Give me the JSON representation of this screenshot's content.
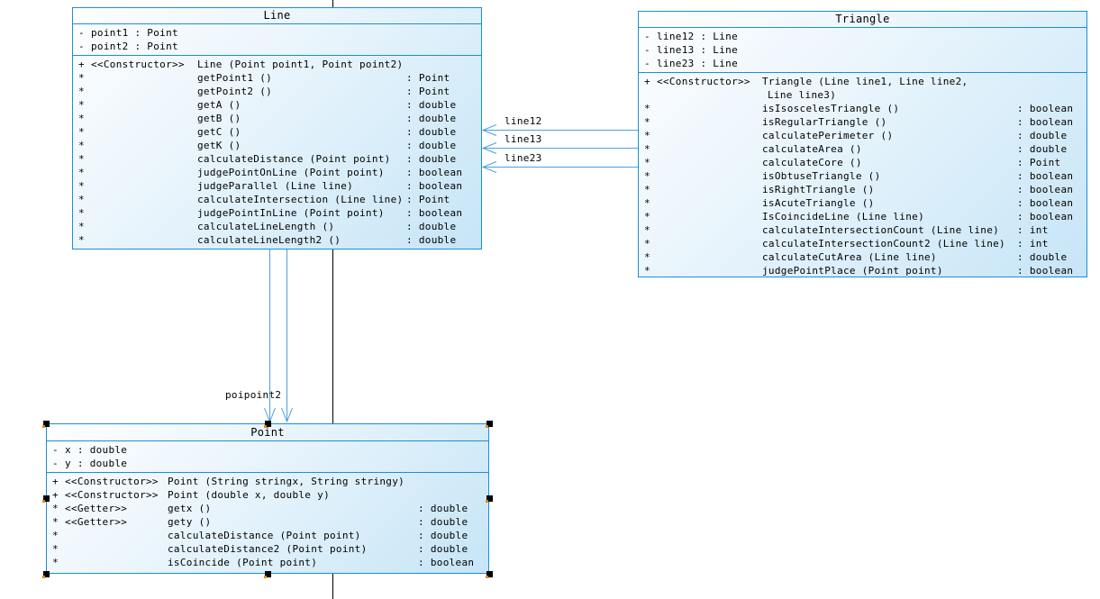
{
  "diagram": {
    "classes": [
      {
        "name": "Line",
        "attributes": [
          {
            "visibility": "-",
            "name": "point1",
            "type": "Point"
          },
          {
            "visibility": "-",
            "name": "point2",
            "type": "Point"
          }
        ],
        "methods": [
          {
            "visibility": "+",
            "stereotype": "<<Constructor>>",
            "lines": [
              "Line (Point point1, Point point2)"
            ],
            "type": ""
          },
          {
            "visibility": "*",
            "stereotype": "",
            "lines": [
              "getPoint1 ()"
            ],
            "type": "Point"
          },
          {
            "visibility": "*",
            "stereotype": "",
            "lines": [
              "getPoint2 ()"
            ],
            "type": "Point"
          },
          {
            "visibility": "*",
            "stereotype": "",
            "lines": [
              "getA ()"
            ],
            "type": "double"
          },
          {
            "visibility": "*",
            "stereotype": "",
            "lines": [
              "getB ()"
            ],
            "type": "double"
          },
          {
            "visibility": "*",
            "stereotype": "",
            "lines": [
              "getC ()"
            ],
            "type": "double"
          },
          {
            "visibility": "*",
            "stereotype": "",
            "lines": [
              "getK ()"
            ],
            "type": "double"
          },
          {
            "visibility": "*",
            "stereotype": "",
            "lines": [
              "calculateDistance (Point point)"
            ],
            "type": "double"
          },
          {
            "visibility": "*",
            "stereotype": "",
            "lines": [
              "judgePointOnLine (Point point)"
            ],
            "type": "boolean"
          },
          {
            "visibility": "*",
            "stereotype": "",
            "lines": [
              "judgeParallel (Line line)"
            ],
            "type": "boolean"
          },
          {
            "visibility": "*",
            "stereotype": "",
            "lines": [
              "calculateIntersection (Line line)"
            ],
            "type": "Point"
          },
          {
            "visibility": "*",
            "stereotype": "",
            "lines": [
              "judgePointInLine (Point point)"
            ],
            "type": "boolean"
          },
          {
            "visibility": "*",
            "stereotype": "",
            "lines": [
              "calculateLineLength ()"
            ],
            "type": "double"
          },
          {
            "visibility": "*",
            "stereotype": "",
            "lines": [
              "calculateLineLength2 ()"
            ],
            "type": "double"
          }
        ]
      },
      {
        "name": "Triangle",
        "attributes": [
          {
            "visibility": "-",
            "name": "line12",
            "type": "Line"
          },
          {
            "visibility": "-",
            "name": "line13",
            "type": "Line"
          },
          {
            "visibility": "-",
            "name": "line23",
            "type": "Line"
          }
        ],
        "methods": [
          {
            "visibility": "+",
            "stereotype": "<<Constructor>>",
            "lines": [
              "Triangle (Line line1, Line line2,",
              "Line line3)"
            ],
            "type": ""
          },
          {
            "visibility": "*",
            "stereotype": "",
            "lines": [
              "isIsoscelesTriangle ()"
            ],
            "type": "boolean"
          },
          {
            "visibility": "*",
            "stereotype": "",
            "lines": [
              "isRegularTriangle ()"
            ],
            "type": "boolean"
          },
          {
            "visibility": "*",
            "stereotype": "",
            "lines": [
              "calculatePerimeter ()"
            ],
            "type": "double"
          },
          {
            "visibility": "*",
            "stereotype": "",
            "lines": [
              "calculateArea ()"
            ],
            "type": "double"
          },
          {
            "visibility": "*",
            "stereotype": "",
            "lines": [
              "calculateCore ()"
            ],
            "type": "Point"
          },
          {
            "visibility": "*",
            "stereotype": "",
            "lines": [
              "isObtuseTriangle ()"
            ],
            "type": "boolean"
          },
          {
            "visibility": "*",
            "stereotype": "",
            "lines": [
              "isRightTriangle ()"
            ],
            "type": "boolean"
          },
          {
            "visibility": "*",
            "stereotype": "",
            "lines": [
              "isAcuteTriangle ()"
            ],
            "type": "boolean"
          },
          {
            "visibility": "*",
            "stereotype": "",
            "lines": [
              "IsCoincideLine (Line line)"
            ],
            "type": "boolean"
          },
          {
            "visibility": "*",
            "stereotype": "",
            "lines": [
              "calculateIntersectionCount (Line line)"
            ],
            "type": "int"
          },
          {
            "visibility": "*",
            "stereotype": "",
            "lines": [
              "calculateIntersectionCount2 (Line line)"
            ],
            "type": "int"
          },
          {
            "visibility": "*",
            "stereotype": "",
            "lines": [
              "calculateCutArea (Line line)"
            ],
            "type": "double"
          },
          {
            "visibility": "*",
            "stereotype": "",
            "lines": [
              "judgePointPlace (Point point)"
            ],
            "type": "boolean"
          }
        ]
      },
      {
        "name": "Point",
        "attributes": [
          {
            "visibility": "-",
            "name": "x",
            "type": "double"
          },
          {
            "visibility": "-",
            "name": "y",
            "type": "double"
          }
        ],
        "methods": [
          {
            "visibility": "+",
            "stereotype": "<<Constructor>>",
            "lines": [
              "Point (String stringx, String stringy)"
            ],
            "type": ""
          },
          {
            "visibility": "+",
            "stereotype": "<<Constructor>>",
            "lines": [
              "Point (double x, double y)"
            ],
            "type": ""
          },
          {
            "visibility": "*",
            "stereotype": "<<Getter>>",
            "lines": [
              "getx ()"
            ],
            "type": "double"
          },
          {
            "visibility": "*",
            "stereotype": "<<Getter>>",
            "lines": [
              "gety ()"
            ],
            "type": "double"
          },
          {
            "visibility": "*",
            "stereotype": "",
            "lines": [
              "calculateDistance (Point point)"
            ],
            "type": "double"
          },
          {
            "visibility": "*",
            "stereotype": "",
            "lines": [
              "calculateDistance2 (Point point)"
            ],
            "type": "double"
          },
          {
            "visibility": "*",
            "stereotype": "",
            "lines": [
              "isCoincide (Point point)"
            ],
            "type": "boolean"
          }
        ]
      }
    ],
    "connectors": [
      {
        "label": "line12"
      },
      {
        "label": "line13"
      },
      {
        "label": "line23"
      },
      {
        "label": "poipoint2"
      }
    ],
    "colors": {
      "box_border": "#1b8ed9",
      "association_blue": "#4aa0e0",
      "association_black": "#000000",
      "handle_accent": "#e8890c"
    }
  }
}
